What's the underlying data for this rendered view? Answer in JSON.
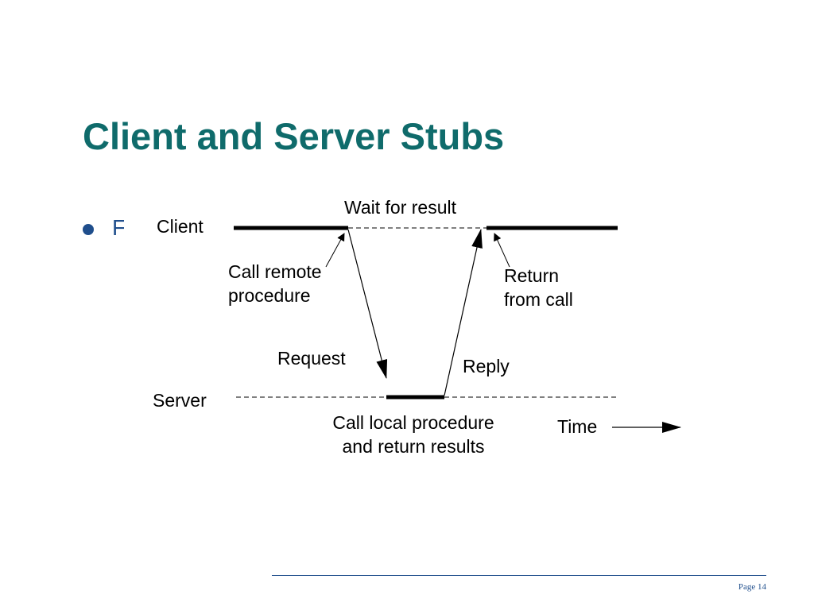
{
  "slide": {
    "title": "Client and Server Stubs",
    "bullet_text": "F",
    "page_label": "Page 14",
    "title_color": "#0f6b6b",
    "accent_color": "#1f4e8c"
  },
  "diagram": {
    "labels": {
      "client": "Client",
      "server": "Server",
      "wait": "Wait for result",
      "call_remote_1": "Call remote",
      "call_remote_2": "procedure",
      "return_1": "Return",
      "return_2": "from call",
      "request": "Request",
      "reply": "Reply",
      "call_local_1": "Call local procedure",
      "call_local_2": "and return results",
      "time": "Time"
    }
  }
}
